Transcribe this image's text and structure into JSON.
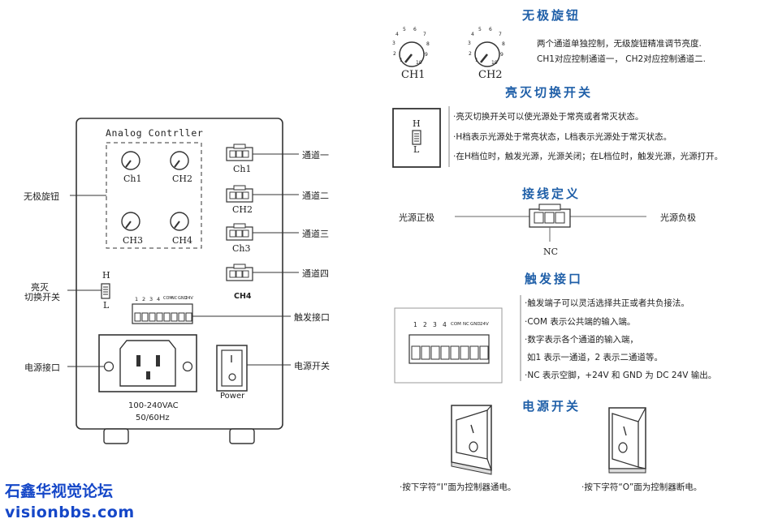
{
  "controller": {
    "title": "Analog Contrller",
    "knobs": [
      "Ch1",
      "CH2",
      "CH3",
      "CH4"
    ],
    "connectors": [
      "Ch1",
      "CH2",
      "Ch3",
      "CH4"
    ],
    "switch_h": "H",
    "switch_l": "L",
    "terminal_labels": [
      "1",
      "2",
      "3",
      "4",
      "COM",
      "NC",
      "GND",
      "24V"
    ],
    "power_input_line1": "100-240VAC",
    "power_input_line2": "50/60Hz",
    "power_switch_label": "Power"
  },
  "callouts": {
    "knobs": "无极旋钮",
    "switch_line1": "亮灭",
    "switch_line2": "切换开关",
    "power_port": "电源接口",
    "channel1": "通道一",
    "channel2": "通道二",
    "channel3": "通道三",
    "channel4": "通道四",
    "trigger": "触发接口",
    "power_switch": "电源开关"
  },
  "sections": {
    "knob": {
      "heading": "无极旋钮",
      "dial_ticks": [
        "1",
        "2",
        "3",
        "4",
        "5",
        "6",
        "7",
        "8",
        "9",
        "10"
      ],
      "ch1": "CH1",
      "ch2": "CH2",
      "line1": "两个通道单独控制，无级旋钮精准调节亮度.",
      "line2": "CH1对应控制通道一， CH2对应控制通道二."
    },
    "onoff": {
      "heading": "亮灭切换开关",
      "h": "H",
      "l": "L",
      "line1": "·亮灭切换开关可以使光源处于常亮或者常灭状态。",
      "line2": "·H档表示光源处于常亮状态，L档表示光源处于常灭状态。",
      "line3": "·在H档位时，触发光源，光源关闭；在L档位时，触发光源，光源打开。"
    },
    "wiring": {
      "heading": "接线定义",
      "positive": "光源正极",
      "negative": "光源负极",
      "nc": "NC"
    },
    "trigger": {
      "heading": "触发接口",
      "labels": [
        "1",
        "2",
        "3",
        "4",
        "COM",
        "NC",
        "GND",
        "24V"
      ],
      "line1": "·触发端子可以灵活选择共正或者共负接法。",
      "line2": "·COM 表示公共端的输入端。",
      "line3": "·数字表示各个通道的输入端，",
      "line4": "如1 表示一通道，2 表示二通道等。",
      "line5": "·NC 表示空脚，+24V 和 GND 为 DC 24V 输出。"
    },
    "power": {
      "heading": "电源开关",
      "caption_on": "·按下字符“I”面为控制器通电。",
      "caption_off": "·按下字符“O”面为控制器断电。"
    }
  },
  "brand": {
    "line1": "石鑫华视觉论坛",
    "line2": "visionbbs.com"
  },
  "colors": {
    "heading": "#1f5fa8",
    "brand": "#1547c8",
    "line": "#333333"
  }
}
